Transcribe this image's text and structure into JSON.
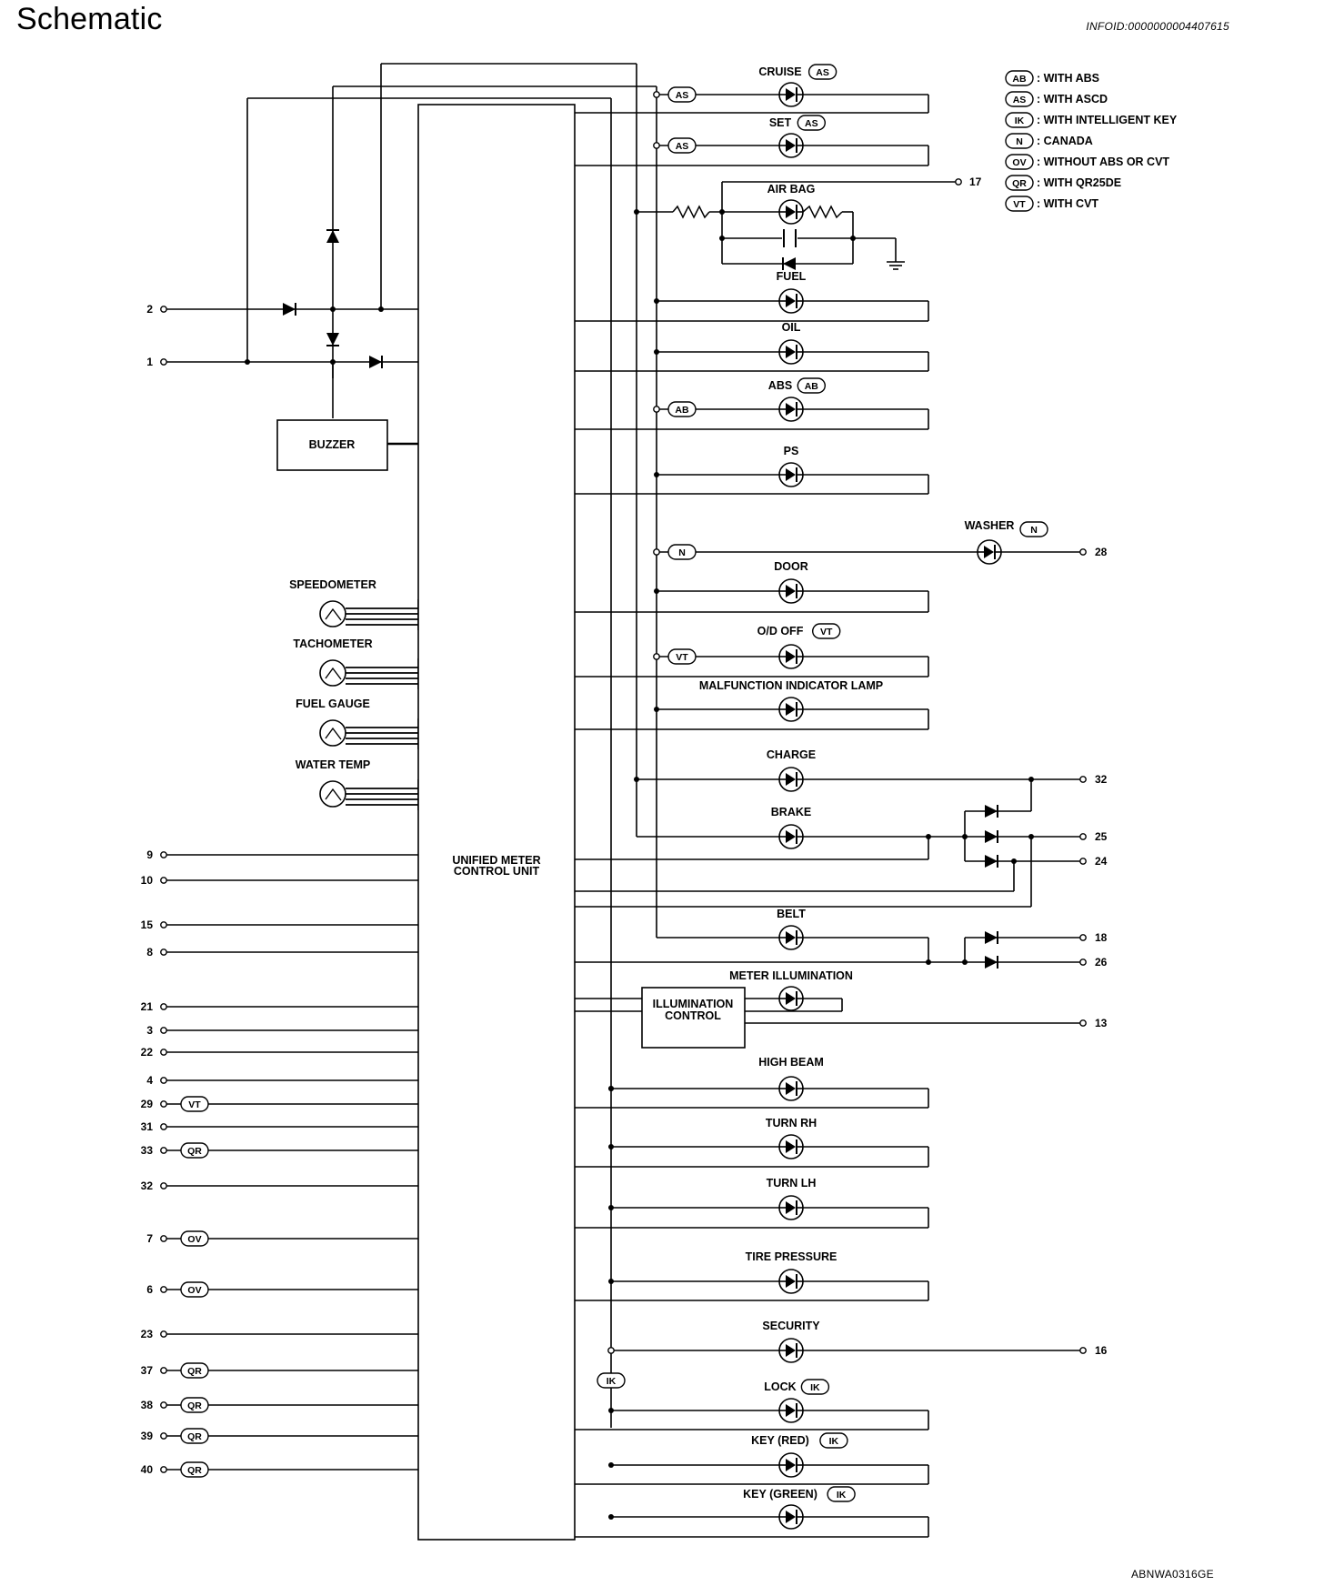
{
  "header": {
    "title": "Schematic",
    "info_id": "INFOID:0000000004407615"
  },
  "footer": {
    "code": "ABNWA0316GE"
  },
  "legend": [
    {
      "code": "AB",
      "text": ": WITH ABS"
    },
    {
      "code": "AS",
      "text": ": WITH ASCD"
    },
    {
      "code": "IK",
      "text": ": WITH INTELLIGENT KEY"
    },
    {
      "code": "N",
      "text": ": CANADA"
    },
    {
      "code": "OV",
      "text": ": WITHOUT ABS OR CVT"
    },
    {
      "code": "QR",
      "text": ": WITH QR25DE"
    },
    {
      "code": "VT",
      "text": ": WITH CVT"
    }
  ],
  "control_unit": {
    "line1": "UNIFIED METER",
    "line2": "CONTROL UNIT"
  },
  "buzzer": "BUZZER",
  "illumination_control": {
    "line1": "ILLUMINATION",
    "line2": "CONTROL"
  },
  "gauges": [
    "SPEEDOMETER",
    "TACHOMETER",
    "FUEL GAUGE",
    "WATER TEMP"
  ],
  "left_pins": [
    {
      "pin": "2",
      "tag": ""
    },
    {
      "pin": "1",
      "tag": ""
    },
    {
      "pin": "9",
      "tag": ""
    },
    {
      "pin": "10",
      "tag": ""
    },
    {
      "pin": "15",
      "tag": ""
    },
    {
      "pin": "8",
      "tag": ""
    },
    {
      "pin": "21",
      "tag": ""
    },
    {
      "pin": "3",
      "tag": ""
    },
    {
      "pin": "22",
      "tag": ""
    },
    {
      "pin": "4",
      "tag": ""
    },
    {
      "pin": "29",
      "tag": "VT"
    },
    {
      "pin": "31",
      "tag": ""
    },
    {
      "pin": "33",
      "tag": "QR"
    },
    {
      "pin": "32",
      "tag": ""
    },
    {
      "pin": "7",
      "tag": "OV"
    },
    {
      "pin": "6",
      "tag": "OV"
    },
    {
      "pin": "23",
      "tag": ""
    },
    {
      "pin": "37",
      "tag": "QR"
    },
    {
      "pin": "38",
      "tag": "QR"
    },
    {
      "pin": "39",
      "tag": "QR"
    },
    {
      "pin": "40",
      "tag": "QR"
    }
  ],
  "indicators": [
    {
      "label": "CRUISE",
      "tag": "AS",
      "bus_tag": "AS"
    },
    {
      "label": "SET",
      "tag": "AS",
      "bus_tag": "AS"
    },
    {
      "label": "AIR BAG",
      "tag": "",
      "pin": "17"
    },
    {
      "label": "FUEL",
      "tag": ""
    },
    {
      "label": "OIL",
      "tag": ""
    },
    {
      "label": "ABS",
      "tag": "AB",
      "bus_tag": "AB"
    },
    {
      "label": "PS",
      "tag": ""
    },
    {
      "label": "WASHER",
      "tag": "N",
      "bus_tag": "N",
      "pin": "28"
    },
    {
      "label": "DOOR",
      "tag": ""
    },
    {
      "label": "O/D OFF",
      "tag": "VT",
      "bus_tag": "VT"
    },
    {
      "label": "MALFUNCTION INDICATOR LAMP",
      "tag": ""
    },
    {
      "label": "CHARGE",
      "tag": "",
      "pin": "32"
    },
    {
      "label": "BRAKE",
      "tag": "",
      "pins": [
        "25",
        "24"
      ]
    },
    {
      "label": "BELT",
      "tag": "",
      "pins": [
        "18",
        "26"
      ]
    },
    {
      "label": "METER ILLUMINATION",
      "tag": "",
      "pin": "13"
    },
    {
      "label": "HIGH BEAM",
      "tag": ""
    },
    {
      "label": "TURN RH",
      "tag": ""
    },
    {
      "label": "TURN LH",
      "tag": ""
    },
    {
      "label": "TIRE PRESSURE",
      "tag": ""
    },
    {
      "label": "SECURITY",
      "tag": "",
      "pin": "16"
    },
    {
      "label": "LOCK",
      "tag": "IK"
    },
    {
      "label": "KEY (RED)",
      "tag": "IK"
    },
    {
      "label": "KEY (GREEN)",
      "tag": "IK"
    }
  ],
  "ik_bus_tag": "IK"
}
